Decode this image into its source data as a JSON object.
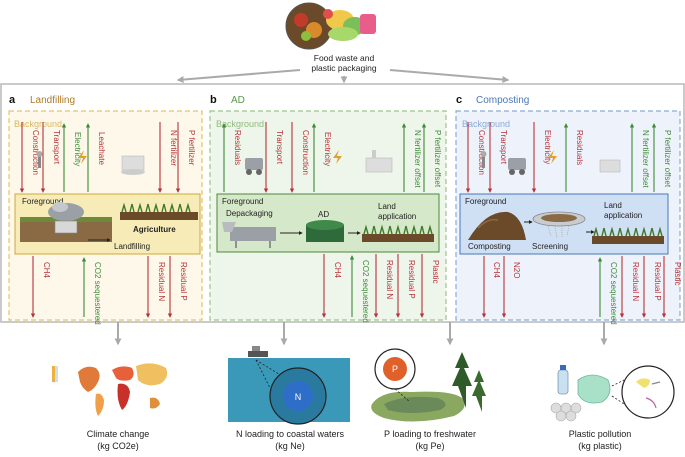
{
  "top": {
    "source_line1": "Food waste and",
    "source_line2": "plastic packaging"
  },
  "panels": {
    "a": {
      "letter": "a",
      "title": "Landfilling",
      "background_label": "Background",
      "foreground_label": "Foreground",
      "inputs": [
        "Construction",
        "Transport",
        "Electricity",
        "Leachate",
        "N fertilizer",
        "P fertilizer"
      ],
      "process_landfill": "Landfilling",
      "process_agri": "Agriculture",
      "outputs": [
        "CH4",
        "CO2 sequestered",
        "Residual N",
        "Residual P"
      ]
    },
    "b": {
      "letter": "b",
      "title": "AD",
      "background_label": "Background",
      "foreground_label": "Foreground",
      "inputs": [
        "Residuals",
        "Transport",
        "Construction",
        "Electricity",
        "N fertilizer offset",
        "P fertilizer offset"
      ],
      "process_depack": "Depackaging",
      "process_ad": "AD",
      "process_land1": "Land",
      "process_land2": "application",
      "outputs": [
        "CH4",
        "CO2 sequestered",
        "Residual N",
        "Residual P",
        "Plastic"
      ]
    },
    "c": {
      "letter": "c",
      "title": "Composting",
      "background_label": "Background",
      "foreground_label": "Foreground",
      "inputs": [
        "Construction",
        "Transport",
        "Electricity",
        "Residuals",
        "N fertilizer offset",
        "P fertilizer offset"
      ],
      "process_compost": "Composting",
      "process_screen": "Screening",
      "process_land1": "Land",
      "process_land2": "application",
      "outputs": [
        "CH4",
        "N2O",
        "CO2 sequestered",
        "Residual N",
        "Residual P",
        "Plastic"
      ]
    }
  },
  "impacts": [
    {
      "line1": "Climate change",
      "line2": "(kg CO2e)"
    },
    {
      "line1": "N loading to coastal waters",
      "line2": "(kg Ne)"
    },
    {
      "line1": "P loading to freshwater",
      "line2": "(kg Pe)"
    },
    {
      "line1": "Plastic pollution",
      "line2": "(kg plastic)"
    }
  ],
  "icon_letters": {
    "n": "N",
    "p": "P"
  },
  "colors": {
    "landfill_accent": "#b07a2a",
    "ad_accent": "#5a9a4a",
    "compost_accent": "#4a78b8",
    "red_arrow": "#b8333a",
    "green_arrow": "#3f8a3a",
    "grey_arrow": "#aaaaaa"
  }
}
